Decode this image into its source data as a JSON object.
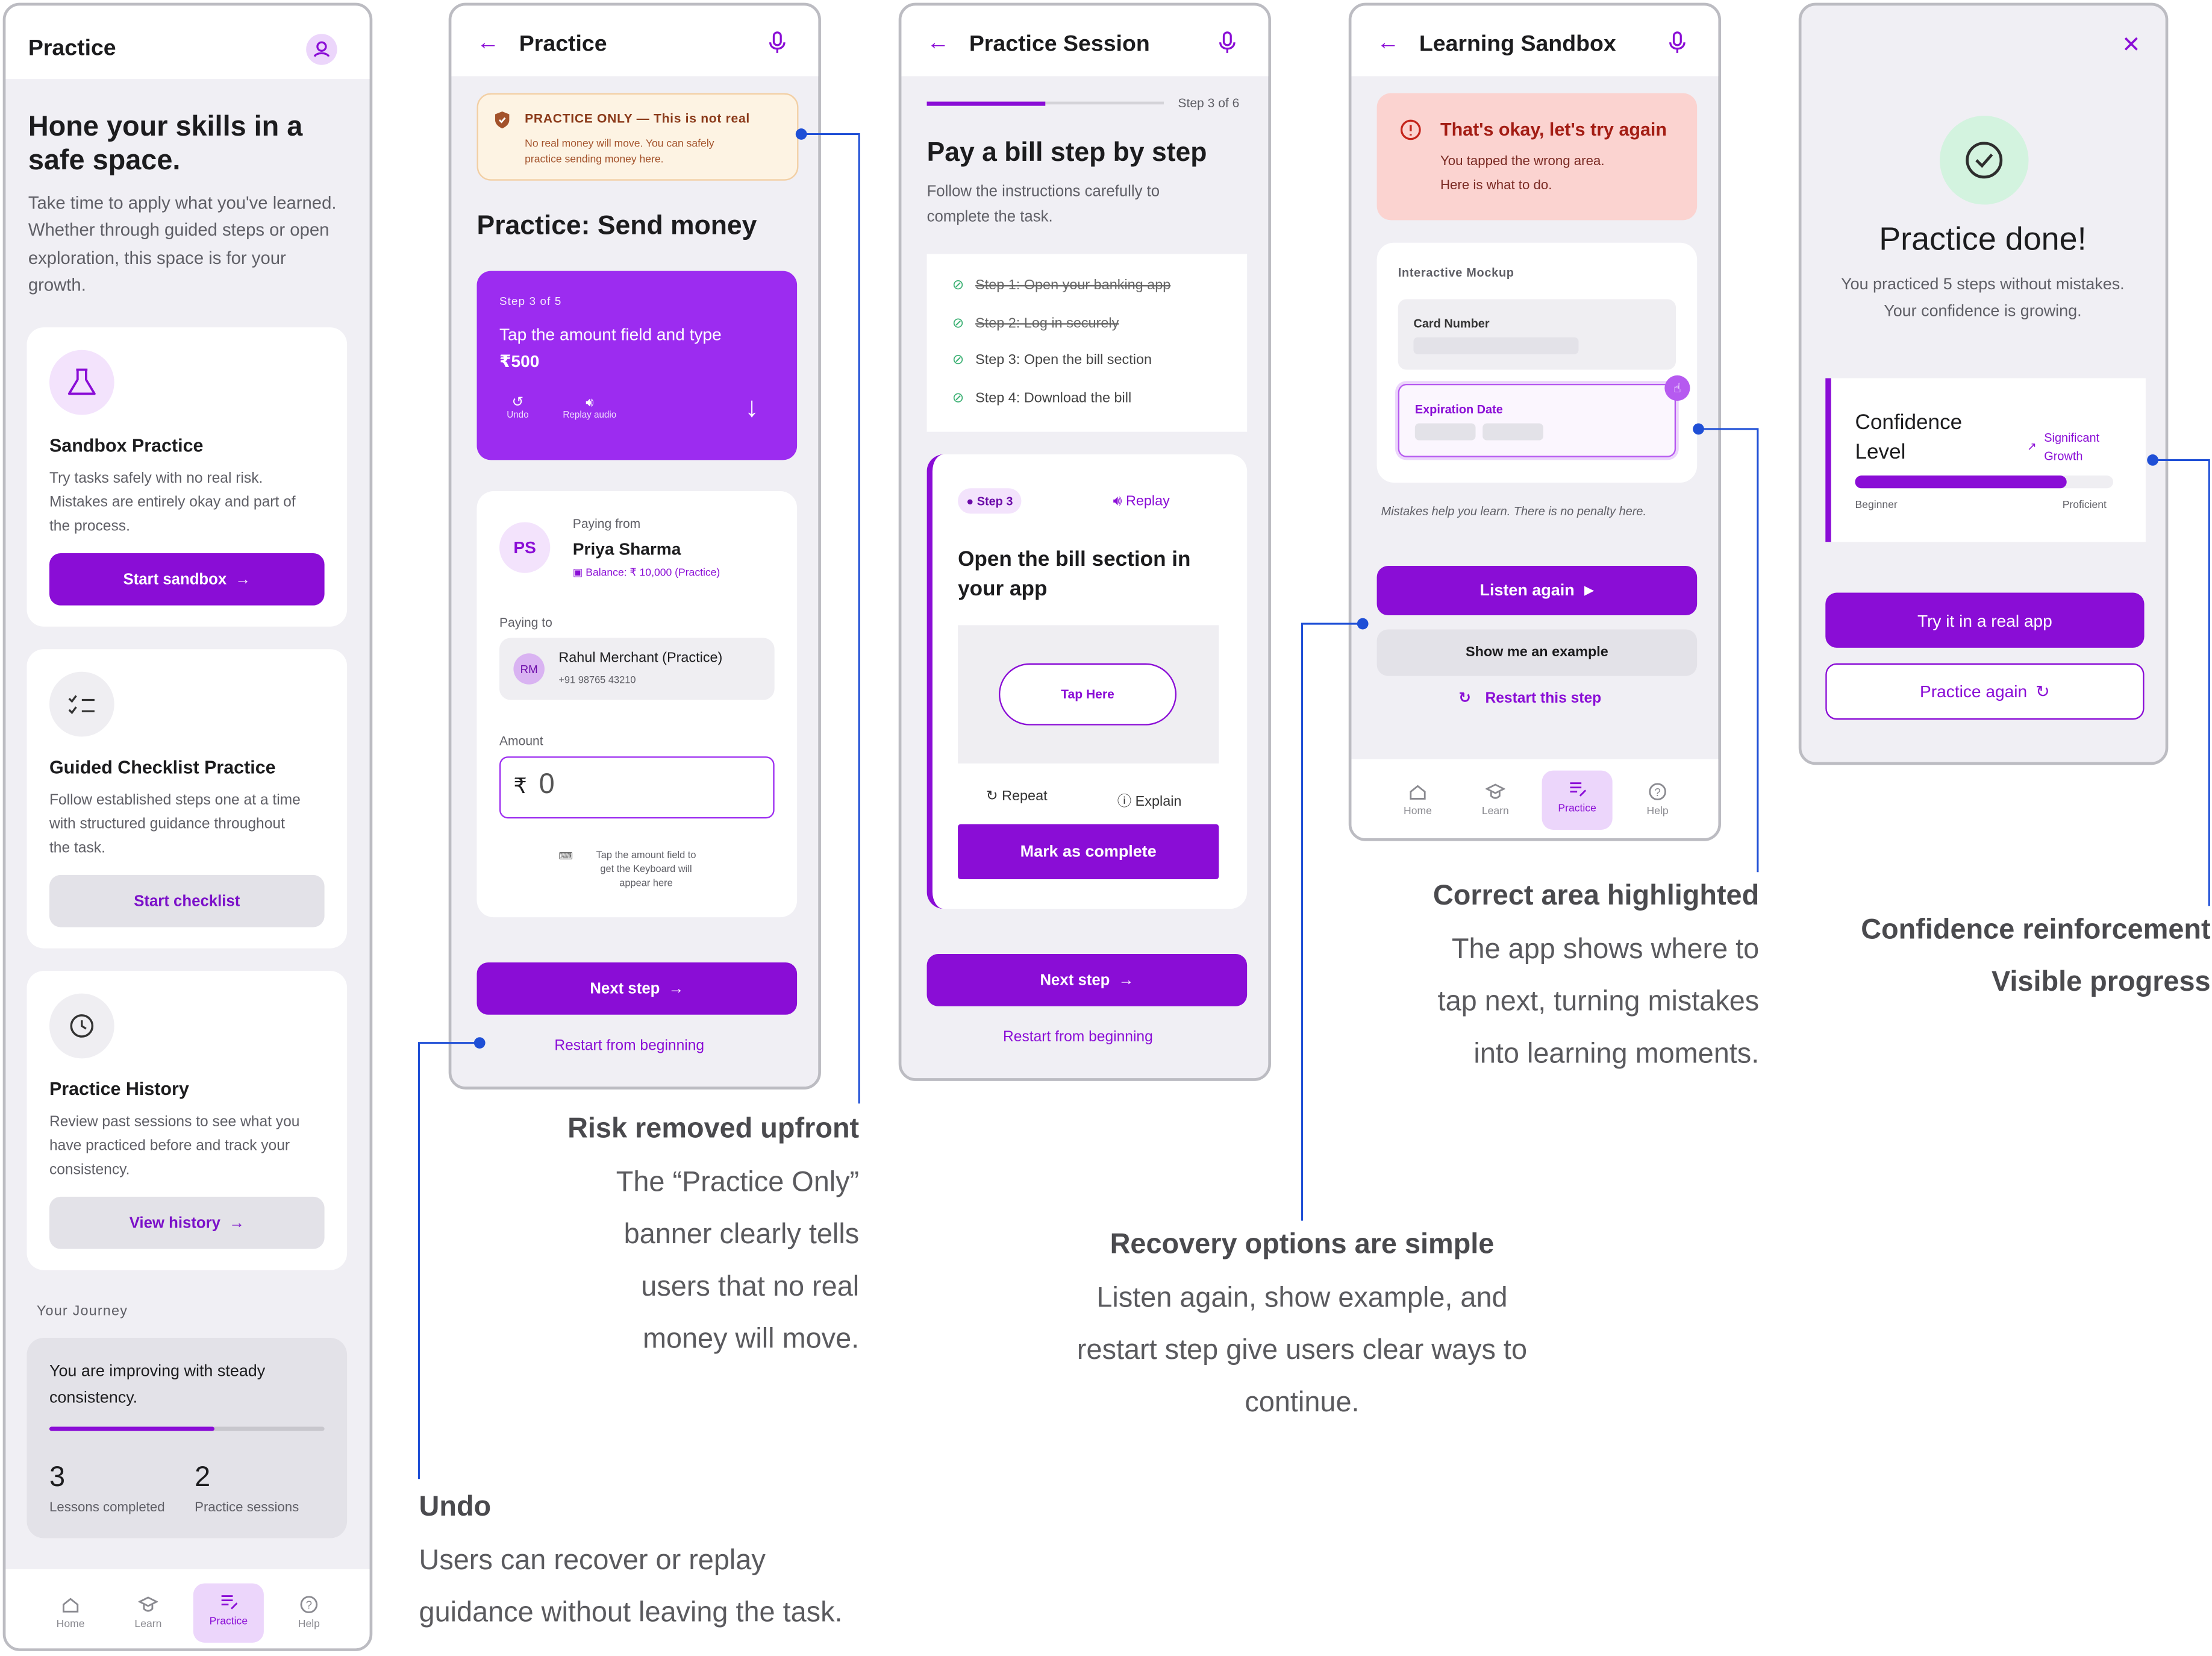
{
  "colors": {
    "accent": "#8a0dd6",
    "annotation_line": "#1f4fd6",
    "error_bg": "#fbd3d0",
    "warning_bg": "#fdf3e3",
    "success_bg": "#d3f3df"
  },
  "screen1": {
    "title": "Practice",
    "hero_title_line1": "Hone your skills in a",
    "hero_title_line2": "safe space.",
    "hero_body_line1": "Take time to apply what you've learned.",
    "hero_body_line2": "Whether through guided steps or open",
    "hero_body_line3": "exploration, this space is for your",
    "hero_body_line4": "growth.",
    "cards": [
      {
        "title": "Sandbox Practice",
        "body_line1": "Try tasks safely with no real risk.",
        "body_line2": "Mistakes are entirely okay and part of",
        "body_line3": "the process.",
        "button": "Start sandbox"
      },
      {
        "title": "Guided Checklist Practice",
        "body_line1": "Follow established steps one at a time",
        "body_line2": "with structured guidance throughout",
        "body_line3": "the task.",
        "button": "Start checklist"
      },
      {
        "title": "Practice History",
        "body_line1": "Review past sessions to see what you",
        "body_line2": "have practiced before and track your",
        "body_line3": "consistency.",
        "button": "View history"
      }
    ],
    "journey_label": "Your Journey",
    "journey_text_line1": "You are improving with steady",
    "journey_text_line2": "consistency.",
    "journey_progress": 0.6,
    "stat1_value": "3",
    "stat1_label": "Lessons completed",
    "stat2_value": "2",
    "stat2_label": "Practice sessions",
    "nav": [
      "Home",
      "Learn",
      "Practice",
      "Help"
    ]
  },
  "screen2": {
    "title": "Practice",
    "banner_title": "PRACTICE ONLY — This is not real",
    "banner_body_line1": "No real money will move. You can safely",
    "banner_body_line2": "practice sending money here.",
    "heading": "Practice: Send money",
    "step_label": "Step 3 of 5",
    "instruction_line1": "Tap the amount field and type",
    "instruction_line2": "₹500",
    "undo": "Undo",
    "replay": "Replay audio",
    "paying_from": "Paying from",
    "avatar": "PS",
    "payer": "Priya Sharma",
    "balance": "Balance: ₹ 10,000 (Practice)",
    "paying_to": "Paying to",
    "payee_avatar": "RM",
    "payee": "Rahul Merchant (Practice)",
    "payee_phone": "+91 98765 43210",
    "amount_label": "Amount",
    "currency": "₹",
    "amount_value": "0",
    "hint_line1": "Tap the amount field to",
    "hint_line2": "get the Keyboard will",
    "hint_line3": "appear here",
    "next": "Next step",
    "restart": "Restart from beginning"
  },
  "screen3": {
    "title": "Practice Session",
    "progress_label": "Step 3 of 6",
    "progress": 0.5,
    "heading": "Pay a bill step by step",
    "sub_line1": "Follow the instructions carefully to",
    "sub_line2": "complete the task.",
    "steps": [
      "Step 1: Open your banking app",
      "Step 2: Log in securely",
      "Step 3: Open the bill section",
      "Step 4: Download the bill"
    ],
    "badge": "Step 3",
    "replay": "Replay",
    "instruction_line1": "Open the bill section in",
    "instruction_line2": "your app",
    "tap": "Tap Here",
    "repeat": "Repeat",
    "explain": "Explain",
    "complete": "Mark as complete",
    "next": "Next step",
    "restart": "Restart from beginning"
  },
  "screen4": {
    "title": "Learning Sandbox",
    "error_title": "That's okay, let's try again",
    "error_line1": "You tapped the wrong area.",
    "error_line2": "Here is what to do.",
    "mockup_label": "Interactive Mockup",
    "card_number": "Card Number",
    "expiration": "Expiration Date",
    "note": "Mistakes help you learn. There is no penalty here.",
    "listen": "Listen again",
    "example": "Show me an example",
    "restart": "Restart this step",
    "nav": [
      "Home",
      "Learn",
      "Practice",
      "Help"
    ]
  },
  "screen5": {
    "title": "Practice done!",
    "body_line1": "You practiced 5 steps without mistakes.",
    "body_line2": "Your confidence is growing.",
    "conf_line1": "Confidence",
    "conf_line2": "Level",
    "growth_line1": "Significant",
    "growth_line2": "Growth",
    "progress": 0.82,
    "beginner": "Beginner",
    "proficient": "Proficient",
    "real_app": "Try it in a real app",
    "again": "Practice again"
  },
  "annotations": {
    "risk_title": "Risk removed upfront",
    "risk_lines": [
      "The “Practice Only”",
      "banner clearly tells",
      "users that no real",
      "money will move."
    ],
    "recovery_title": "Recovery options are simple",
    "recovery_lines": [
      "Listen again, show example, and",
      "restart step give users clear ways to",
      "continue."
    ],
    "correct_title": "Correct area highlighted",
    "correct_lines": [
      "The app shows where to",
      "tap next, turning mistakes",
      "into learning moments."
    ],
    "confidence_title": "Confidence reinforcement",
    "confidence_sub": "Visible progress",
    "undo_title": "Undo",
    "undo_lines": [
      "Users can recover or replay",
      "guidance without leaving the task."
    ]
  }
}
